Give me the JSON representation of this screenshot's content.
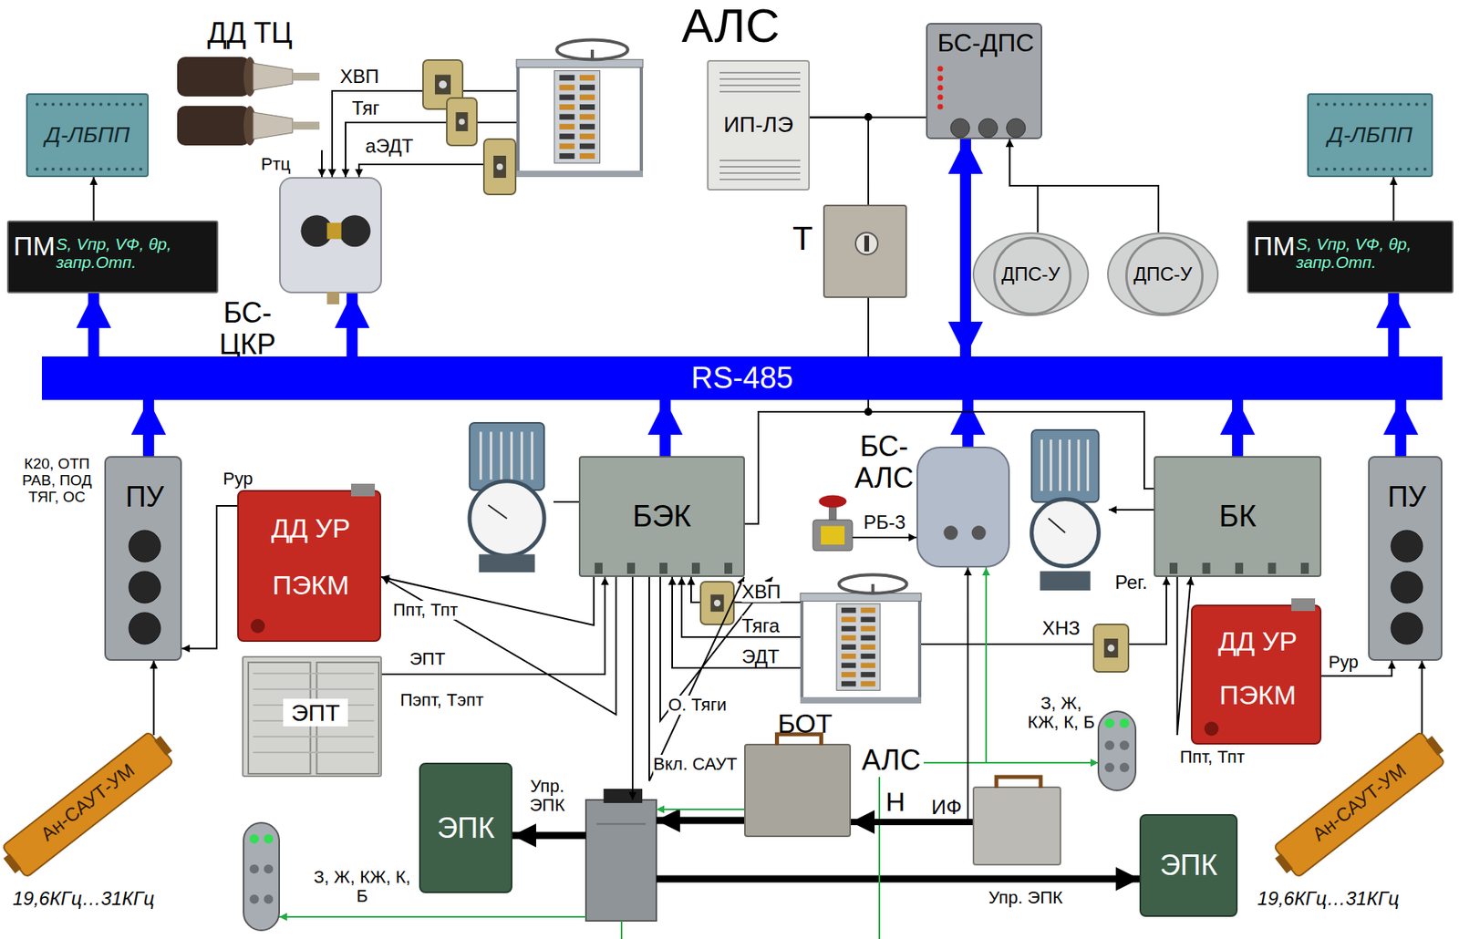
{
  "diagram": {
    "title": "АЛС",
    "nodes": [
      {
        "text": [
          "Д-ЛБПП"
        ]
      },
      {
        "text": [
          "ПМ",
          "S, Vпр, VФ, θр, запр.Отп."
        ]
      },
      {
        "text": [
          "ДД ТЦ"
        ]
      },
      {
        "text": [
          "БС- ЦКР"
        ]
      },
      {
        "text": [
          "ИП-ЛЭ"
        ]
      },
      {
        "text": [
          "БС-ДПС"
        ]
      },
      {
        "text": [
          "Т"
        ]
      },
      {
        "text": [
          "ДПС-У"
        ]
      },
      {
        "text": [
          "ДПС-У"
        ]
      },
      {
        "text": [
          "ПМ",
          "S, Vпр, VФ, θр, запр.Отп."
        ]
      },
      {
        "text": [
          "Д-ЛБПП"
        ]
      },
      {
        "text": [
          "RS-485"
        ]
      },
      {
        "text": [
          "ПУ"
        ]
      },
      {
        "text": [
          "БЭК"
        ]
      },
      {
        "text": [
          "БС- АЛС"
        ]
      },
      {
        "text": [
          "БК"
        ]
      },
      {
        "text": [
          "ПУ"
        ]
      },
      {
        "text": [
          "ДД УР",
          "ПЭКМ"
        ]
      },
      {
        "text": [
          "ДД УР",
          "ПЭКМ"
        ]
      },
      {
        "text": [
          "ЭПТ"
        ]
      },
      {
        "text": [
          "ЭПК"
        ]
      },
      {
        "text": [
          "АЛС"
        ]
      },
      {
        "text": [
          "ИФ"
        ]
      },
      {
        "text": [
          "ЭПК"
        ]
      },
      {
        "text": [
          "Ан-САУТ-УМ"
        ]
      },
      {
        "text": [
          "Ан-САУТ-УМ"
        ]
      },
      {
        "text": [
          "БОТ"
        ]
      }
    ],
    "edges": [
      {
        "from": 1,
        "to": 0,
        "arrow": "to"
      },
      {
        "from": 9,
        "to": 10,
        "arrow": "to"
      },
      {
        "from": 11,
        "to": 1,
        "arrow": "to"
      },
      {
        "from": 11,
        "to": 3,
        "arrow": "to"
      },
      {
        "from": 5,
        "to": 11,
        "arrow": "both"
      },
      {
        "from": 11,
        "to": 9,
        "arrow": "to"
      },
      {
        "from": 12,
        "to": 11,
        "arrow": "to"
      },
      {
        "from": 13,
        "to": 11,
        "arrow": "to"
      },
      {
        "from": 14,
        "to": 11,
        "arrow": "to"
      },
      {
        "from": 15,
        "to": 11,
        "arrow": "to"
      },
      {
        "from": 16,
        "to": 11,
        "arrow": "to"
      },
      {
        "from": 2,
        "to": 3,
        "arrow": "to",
        "label": "Ртц"
      },
      {
        "from": 4,
        "to": 5,
        "arrow": "none"
      },
      {
        "from": 4,
        "to": 6,
        "arrow": "none"
      },
      {
        "from": 6,
        "to": 13,
        "arrow": "none"
      },
      {
        "from": 6,
        "to": 15,
        "arrow": "none"
      },
      {
        "from": 7,
        "to": 5,
        "arrow": "to"
      },
      {
        "from": 8,
        "to": 5,
        "arrow": "to"
      },
      {
        "from": 17,
        "to": 12,
        "arrow": "to",
        "label": "Рур"
      },
      {
        "from": 24,
        "to": 12,
        "arrow": "to"
      },
      {
        "from": 25,
        "to": 16,
        "arrow": "to"
      },
      {
        "from": 13,
        "to": 17,
        "arrow": "to",
        "label": "Ппт, Тпт"
      },
      {
        "from": 19,
        "to": 13,
        "arrow": "to",
        "label": "ЭПТ"
      },
      {
        "from": 13,
        "to": 19,
        "arrow": "to",
        "label": "Пэпт, Тэпт"
      },
      {
        "from": 13,
        "to": 26,
        "arrow": "to",
        "label": "О. Тяги"
      },
      {
        "from": 13,
        "to": 21,
        "arrow": "to",
        "label": "Вкл. САУТ"
      },
      {
        "from": 22,
        "to": 21,
        "arrow": "to"
      },
      {
        "from": 22,
        "to": 14,
        "arrow": "to"
      },
      {
        "from": 15,
        "to": 18,
        "arrow": "to",
        "label": "Ппт, Тпт"
      },
      {
        "from": 18,
        "to": 16,
        "arrow": "to",
        "label": "Рур"
      }
    ],
    "labels": [
      "ХВП",
      "Тяг",
      "аЭДТ",
      "К20, ОТПРАВ, ПОДТЯГ, ОС",
      "ХВП",
      "Тяга",
      "ЭДТ",
      "ХНЗ",
      "Рег.",
      "РБ-3",
      "Н",
      "З, Ж, КЖ, К, Б",
      "З, Ж, КЖ, К, Б",
      "Упр. ЭПК",
      "Упр. ЭПК",
      "19,6КГц…31КГц",
      "19,6КГц…31КГц"
    ]
  }
}
